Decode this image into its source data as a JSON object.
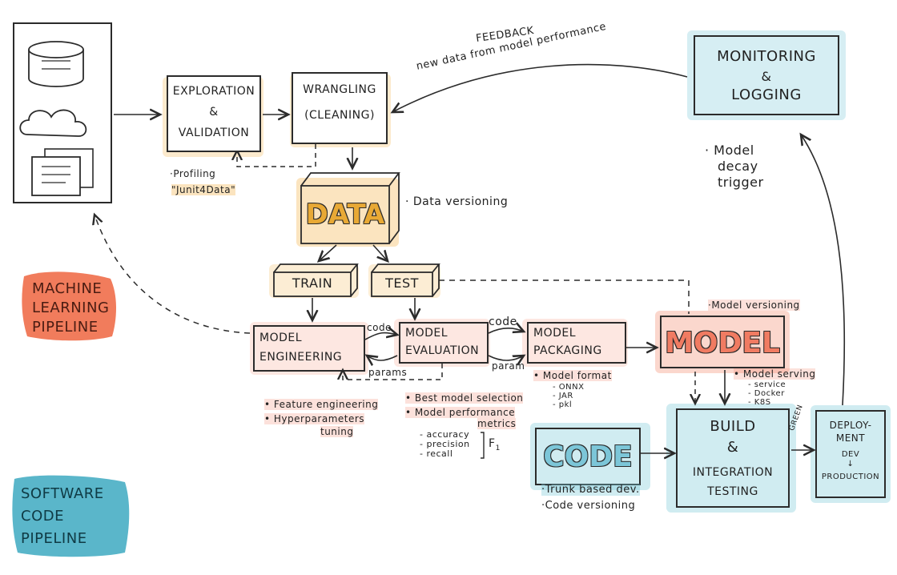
{
  "colors": {
    "orange_highlight": "#f6c470",
    "red_highlight": "#f37a5a",
    "blue_highlight": "#78c8d7",
    "ml_label_bg": "#f0714e",
    "code_label_bg": "#4cb0c6",
    "data_fill": "#f2c15b",
    "model_fill": "#f07b62",
    "code_fill": "#7cc6d8",
    "ink": "#2b2b2b"
  },
  "icons": {
    "source_top": "database-icon",
    "source_mid": "cloud-icon",
    "source_bottom": "documents-icon"
  },
  "nodes": {
    "exploration": {
      "line1": "EXPLORATION",
      "line2": "&",
      "line3": "VALIDATION"
    },
    "wrangling": {
      "line1": "WRANGLING",
      "line2": "(CLEANING)"
    },
    "data": {
      "label": "DATA"
    },
    "train": {
      "label": "TRAIN"
    },
    "test": {
      "label": "TEST"
    },
    "model_engineering": {
      "line1": "MODEL",
      "line2": "ENGINEERING"
    },
    "model_evaluation": {
      "line1": "MODEL",
      "line2": "EVALUATION"
    },
    "model_packaging": {
      "line1": "MODEL",
      "line2": "PACKAGING"
    },
    "model": {
      "label": "MODEL"
    },
    "monitoring": {
      "line1": "MONITORING",
      "line2": "&",
      "line3": "LOGGING"
    },
    "code": {
      "label": "CODE"
    },
    "build": {
      "line1": "BUILD",
      "line2": "&",
      "line3": "INTEGRATION",
      "line4": "TESTING"
    },
    "deployment": {
      "line1": "DEPLOY-",
      "line2": "MENT",
      "line3": "DEV",
      "line4": "↓",
      "line5": "PRODUCTION"
    }
  },
  "annotations": {
    "feedback_title": "FEEDBACK",
    "feedback_sub": "new data from model performance",
    "profiling": "·Profiling",
    "junit": "\"Junit4Data\"",
    "data_versioning": "· Data versioning",
    "model_decay_1": "· Model",
    "model_decay_2": "decay",
    "model_decay_3": "trigger",
    "model_versioning": "·Model versioning",
    "code_arrow_top": "code",
    "params_arrow_bottom": "params",
    "code_arrow_right": "code",
    "param_arrow_right": "param",
    "feature_eng": "• Feature engineering",
    "hyperparams_1": "• Hyperparameters",
    "hyperparams_2": "tuning",
    "best_model": "• Best model selection",
    "model_perf_1": "• Model performance",
    "model_perf_2": "metrics",
    "metric_1": "- accuracy",
    "metric_2": "- precision",
    "metric_3": "- recall",
    "f1": "F",
    "f1_sub": "1",
    "model_format": "• Model format",
    "fmt_1": "- ONNX",
    "fmt_2": "- JAR",
    "fmt_3": "- pkl",
    "model_serving": "• Model serving",
    "serve_1": "- service",
    "serve_2": "- Docker",
    "serve_3": "- K8S",
    "green": "GREEN",
    "trunk": "·Trunk based dev.",
    "code_versioning": "·Code versioning"
  },
  "labels": {
    "ml_pipeline_1": "MACHINE",
    "ml_pipeline_2": "LEARNING",
    "ml_pipeline_3": "PIPELINE",
    "code_pipeline_1": "SOFTWARE",
    "code_pipeline_2": "CODE",
    "code_pipeline_3": "PIPELINE"
  }
}
